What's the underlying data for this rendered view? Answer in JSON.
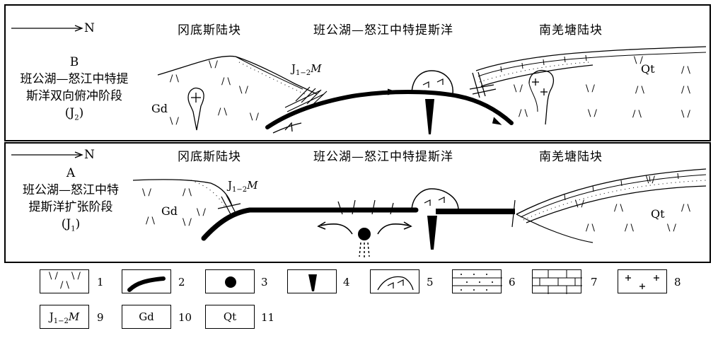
{
  "north": "N",
  "panel_b": {
    "stage_letter": "B",
    "stage_line1": "班公湖—怒江中特提",
    "stage_line2": "斯洋双向俯冲阶段",
    "stage_age": "(J",
    "stage_age_sub": "2",
    "stage_age_end": ")",
    "left_block": "冈底斯陆块",
    "middle_ocean": "班公湖—怒江中特提斯洋",
    "right_block": "南羌塘陆块",
    "label_gd": "Gd",
    "label_qt": "Qt",
    "label_j": "J",
    "label_j_sub": "1−2",
    "label_m": "M"
  },
  "panel_a": {
    "stage_letter": "A",
    "stage_line1": "班公湖—怒江中特",
    "stage_line2": "提斯洋扩张阶段",
    "stage_age": "(J",
    "stage_age_sub": "1",
    "stage_age_end": ")",
    "left_block": "冈底斯陆块",
    "middle_ocean": "班公湖—怒江中特提斯洋",
    "right_block": "南羌塘陆块",
    "label_gd": "Gd",
    "label_qt": "Qt",
    "label_j": "J",
    "label_j_sub": "1−2",
    "label_m": "M"
  },
  "legend": {
    "n1": "1",
    "n2": "2",
    "n3": "3",
    "n4": "4",
    "n5": "5",
    "n6": "6",
    "n7": "7",
    "n8": "8",
    "n9": "9",
    "n10": "10",
    "n11": "11",
    "j": "J",
    "j_sub": "1−2",
    "m": "M",
    "gd": "Gd",
    "qt": "Qt"
  }
}
